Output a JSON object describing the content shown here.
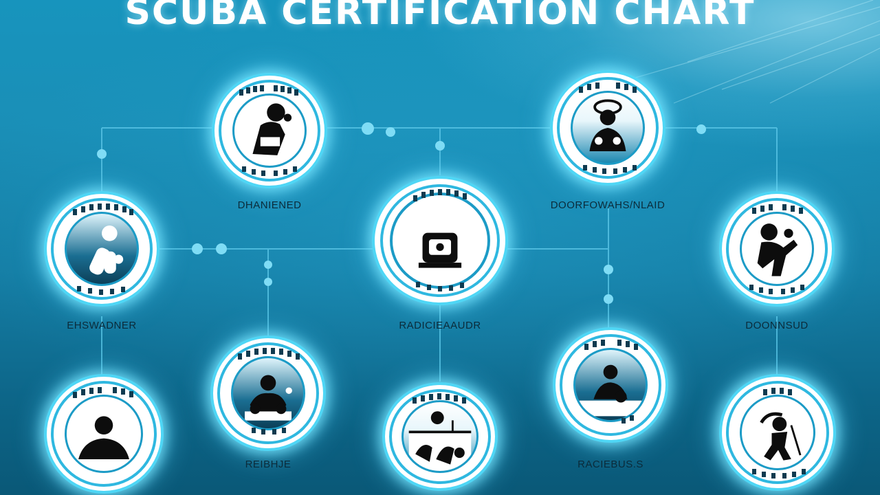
{
  "title": "SCUBA CERTIFICATION CHART",
  "colors": {
    "background": "#1a8fb7",
    "glow": "#4fd6f5",
    "ring": "#2fb8e0",
    "label": "#0b2b3a",
    "title": "#ffffff"
  },
  "nodes": [
    {
      "id": "n1",
      "label": "DHANIENED",
      "icon": "diver-with-regulator-icon"
    },
    {
      "id": "n2",
      "label": "DOORFOWAHS/NLAID",
      "icon": "diver-with-mask-icon"
    },
    {
      "id": "n3",
      "label": "EHSWADNER",
      "icon": "scuba-tank-icon"
    },
    {
      "id": "n4",
      "label": "RADICIEAAUDR",
      "icon": "diver-helmet-icon"
    },
    {
      "id": "n5",
      "label": "DOONNSUD",
      "icon": "swimming-diver-icon"
    },
    {
      "id": "n6",
      "label": "",
      "icon": "person-silhouette-icon"
    },
    {
      "id": "n7",
      "label": "REIBHJE",
      "icon": "diver-group-icon"
    },
    {
      "id": "n8",
      "label": "",
      "icon": "underwater-divers-icon"
    },
    {
      "id": "n9",
      "label": "RACIEBUS.S",
      "icon": "boat-diver-icon"
    },
    {
      "id": "n10",
      "label": "",
      "icon": "advanced-diver-icon"
    }
  ]
}
